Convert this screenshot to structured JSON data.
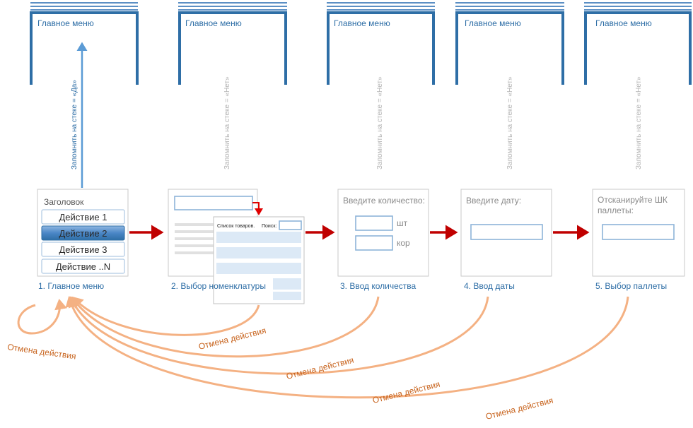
{
  "top_menus": [
    {
      "title": "Главное меню"
    },
    {
      "title": "Главное меню"
    },
    {
      "title": "Главное меню"
    },
    {
      "title": "Главное меню"
    },
    {
      "title": "Главное меню"
    }
  ],
  "stack_labels": [
    "Запомнить на стеке = «Да»",
    "Запомнить на стеке = «Нет»",
    "Запомнить на стеке = «Нет»",
    "Запомнить на стеке = «Нет»",
    "Запомнить на стеке = «Нет»"
  ],
  "screen1": {
    "header": "Заголовок",
    "buttons": [
      "Действие 1",
      "Действие 2",
      "Действие 3",
      "Действие ..N"
    ],
    "caption": "1. Главное меню"
  },
  "screen2": {
    "list_title": "Список товаров.",
    "search_label": "Поиск:",
    "caption": "2. Выбор номенклатуры"
  },
  "screen3": {
    "prompt": "Введите количество:",
    "unit1": "шт",
    "unit2": "кор",
    "caption": "3. Ввод количества"
  },
  "screen4": {
    "prompt": "Введите дату:",
    "caption": "4. Ввод даты"
  },
  "screen5": {
    "prompt_line1": "Отсканируйте ШК",
    "prompt_line2": "паллеты:",
    "caption": "5. Выбор паллеты"
  },
  "cancel_labels": [
    "Отмена действия",
    "Отмена действия",
    "Отмена действия",
    "Отмена действия",
    "Отмена действия"
  ],
  "colors": {
    "accent_blue": "#2e6ea6",
    "flow_red": "#c00000",
    "cancel_orange": "#f4b183",
    "selected_button": "#3d7fc4"
  }
}
